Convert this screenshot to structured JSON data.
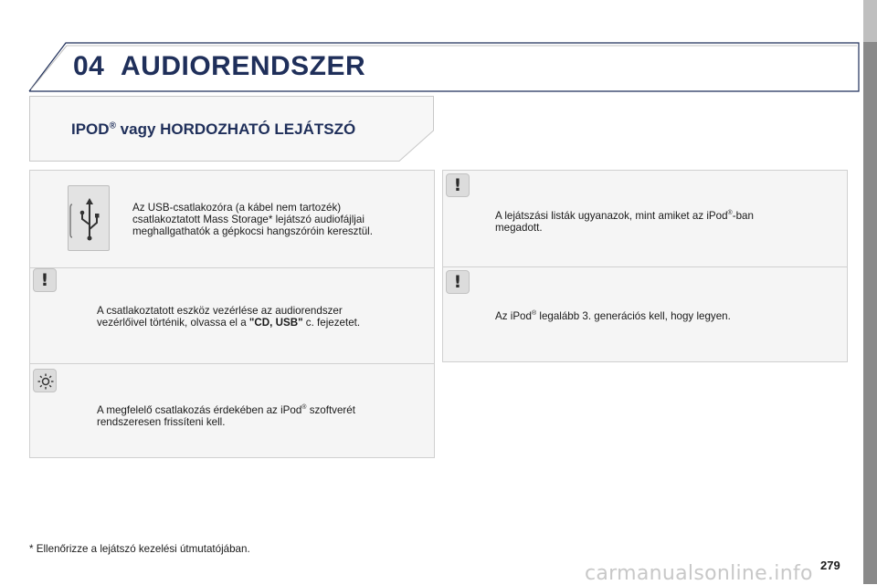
{
  "header": {
    "chapter_number": "04",
    "chapter_title": "AUDIORENDSZER"
  },
  "section": {
    "title_main": "IPOD",
    "title_reg": "®",
    "title_rest": " vagy HORDOZHATÓ LEJÁTSZÓ"
  },
  "left_panel": {
    "usb_icon": "usb-icon",
    "usb_text_line1": "Az USB-csatlakozóra (a kábel nem tartozék)",
    "usb_text_line2": "csatlakoztatott Mass Storage* lejátszó audiofájljai",
    "usb_text_line3": "meghallgathatók a gépkocsi hangszóróin keresztül.",
    "warning_icon": "warning-icon",
    "warning_line1": "A csatlakoztatott eszköz vezérlése az audiorendszer",
    "warning_line2_a": "vezérlőivel történik, olvassa el a ",
    "warning_line2_b": "\"CD, USB\"",
    "warning_line2_c": " c. fejezetet.",
    "tip_icon": "lightbulb-icon",
    "tip_line1_a": "A megfelelő csatlakozás érdekében az iPod",
    "tip_line1_reg": "®",
    "tip_line1_b": " szoftverét",
    "tip_line2": "rendszeresen frissíteni kell."
  },
  "right_panel": {
    "warning1_icon": "warning-icon",
    "warning1_line1_a": "A lejátszási listák ugyanazok, mint amiket az iPod",
    "warning1_line1_reg": "®",
    "warning1_line1_b": "-ban",
    "warning1_line2": "megadott.",
    "warning2_icon": "warning-icon",
    "warning2_a": "Az iPod",
    "warning2_reg": "®",
    "warning2_b": " legalább 3. generációs kell, hogy legyen."
  },
  "footnote": "* Ellenőrizze a lejátszó kezelési útmutatójában.",
  "page_number": "279",
  "watermark": "carmanualsonline.info",
  "colors": {
    "title": "#1f2f5a",
    "panel_bg": "#f5f5f5",
    "edge_bar": "#8a8a8a"
  }
}
